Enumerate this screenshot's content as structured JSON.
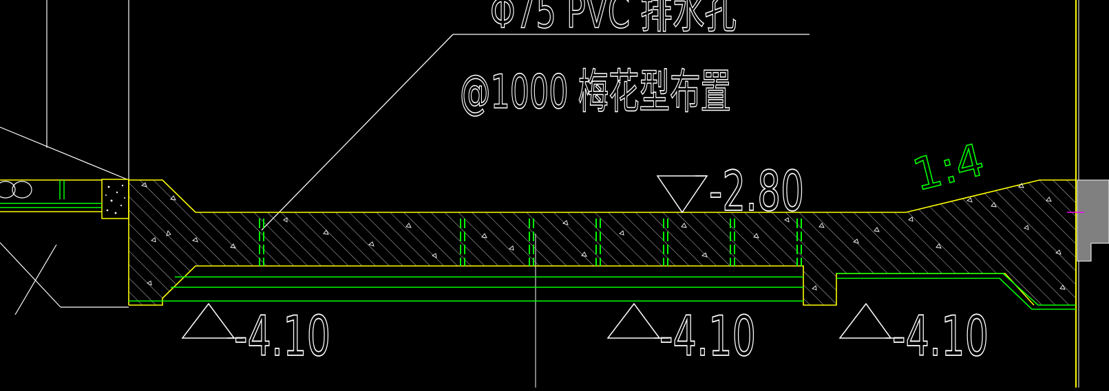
{
  "note": {
    "line1": "Φ75 PVC 排水孔",
    "line2": "@1000 梅花型布置"
  },
  "slope": "1:4",
  "elevations": {
    "top": "-2.80",
    "bottom_left": "-4.10",
    "bottom_mid": "-4.10",
    "bottom_right": "-4.10"
  },
  "colors": {
    "background": "#000000",
    "outline": "#ffff00",
    "rebar": "#00ff00",
    "annotation": "#ffffff",
    "wall_fill": "#808080",
    "marker": "#ff00ff"
  }
}
